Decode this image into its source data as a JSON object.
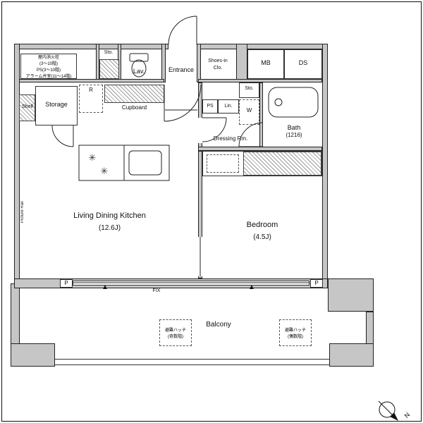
{
  "plan": {
    "rooms": {
      "ldk": {
        "name": "Living Dining Kitchen",
        "size": "(12.6J)"
      },
      "bedroom": {
        "name": "Bedroom",
        "size": "(4.5J)"
      },
      "balcony": {
        "name": "Balcony"
      },
      "entrance": {
        "name": "Entrance"
      },
      "lavatory": {
        "name": "Lav."
      },
      "bath": {
        "name": "Bath",
        "size": "(1216)"
      },
      "dressing_room": {
        "name": "Dressing Rm."
      },
      "storage": {
        "name": "Storage"
      },
      "shoes_closet": {
        "line1": "Shoes-in",
        "line2": "Clo."
      },
      "shelf": {
        "name": "Shelf"
      },
      "cupboard": {
        "name": "Cupboard"
      },
      "storage_top": {
        "name": "Sto."
      },
      "storage_mid": {
        "name": "Sto."
      }
    },
    "labels": {
      "mb": "MB",
      "ds": "DS",
      "ps": "PS",
      "linen": "Lin.",
      "washer": "W",
      "refrigerator": "R",
      "fix_window": "FIX",
      "pillar_left": "P",
      "pillar_right": "P",
      "picture_rail": "Picture Rail"
    },
    "notes": {
      "hydrant_box": [
        "屋内消火栓",
        "(3〜10階)",
        "PS(3〜10階)",
        "アラーム弁室(11〜14階)"
      ],
      "hatch_odd": [
        "避難ハッチ",
        "(奇数階)"
      ],
      "hatch_even": [
        "避難ハッチ",
        "(偶数階)"
      ]
    },
    "icons": {
      "burner": "✳",
      "opening_marker": "▲",
      "north": "N"
    }
  }
}
